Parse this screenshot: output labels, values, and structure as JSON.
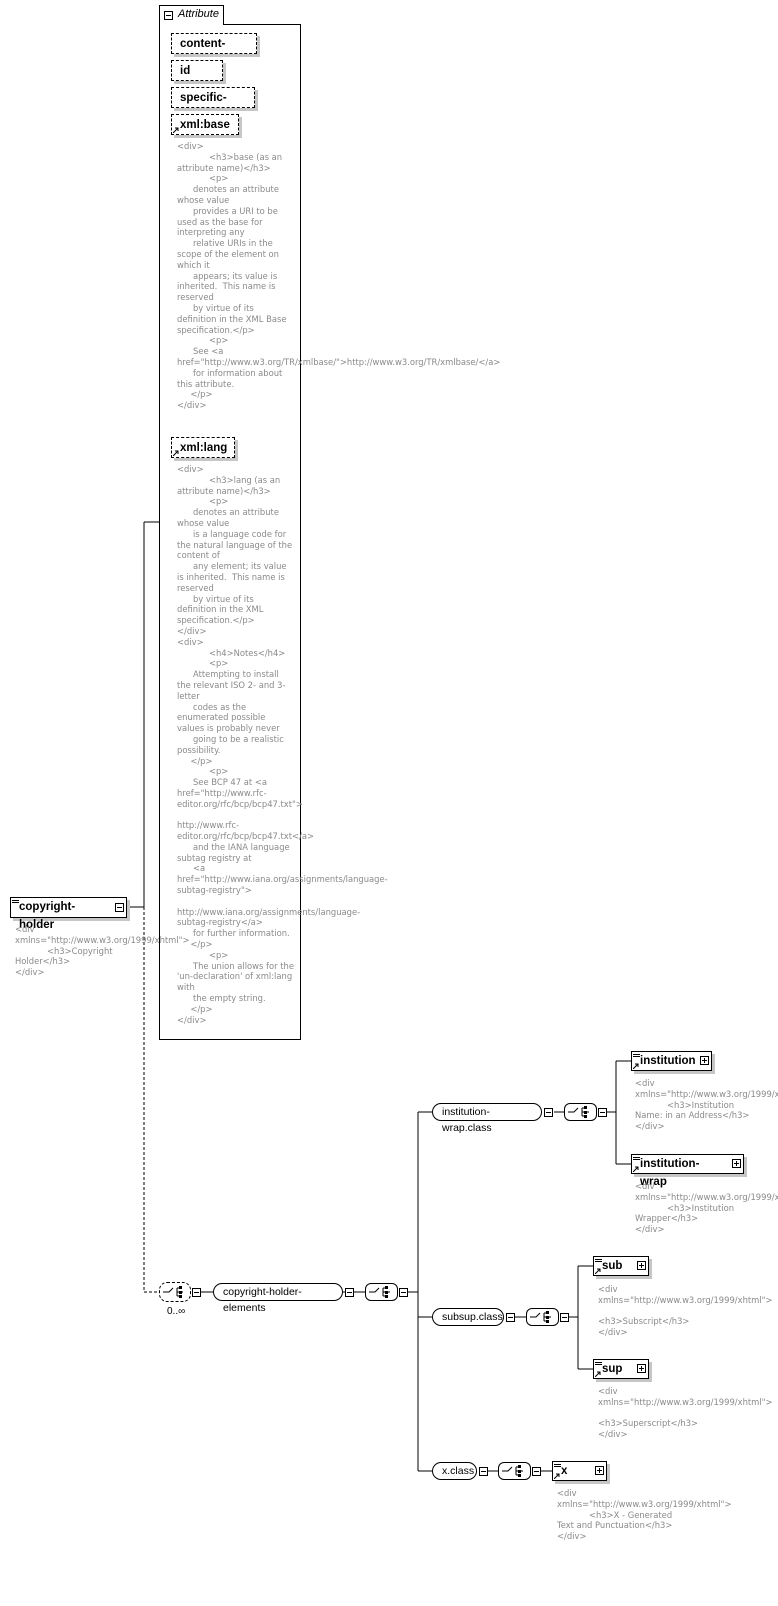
{
  "attribute_group": {
    "title": "Attribute"
  },
  "attributes": [
    {
      "name": "content-type"
    },
    {
      "name": "id"
    },
    {
      "name": "specific-use"
    },
    {
      "name": "xml:base",
      "doc": "<div>\n            <h3>base (as an attribute name)</h3>\n            <p>\n      denotes an attribute whose value\n      provides a URI to be used as the base for interpreting any\n      relative URIs in the scope of the element on which it\n      appears; its value is inherited.  This name is reserved\n      by virtue of its definition in the XML Base specification.</p>\n            <p>\n      See <a href=\"http://www.w3.org/TR/xmlbase/\">http://www.w3.org/TR/xmlbase/</a>\n      for information about this attribute.\n     </p>\n</div>"
    },
    {
      "name": "xml:lang",
      "doc": "<div>\n            <h3>lang (as an attribute name)</h3>\n            <p>\n      denotes an attribute whose value\n      is a language code for the natural language of the content of\n      any element; its value is inherited.  This name is reserved\n      by virtue of its definition in the XML specification.</p>\n</div>\n<div>\n            <h4>Notes</h4>\n            <p>\n      Attempting to install the relevant ISO 2- and 3-letter\n      codes as the enumerated possible values is probably never\n      going to be a realistic possibility.\n     </p>\n            <p>\n      See BCP 47 at <a href=\"http://www.rfc-editor.org/rfc/bcp/bcp47.txt\">\n\nhttp://www.rfc-editor.org/rfc/bcp/bcp47.txt</a>\n      and the IANA language subtag registry at\n      <a href=\"http://www.iana.org/assignments/language-subtag-registry\">\n\nhttp://www.iana.org/assignments/language-subtag-registry</a>\n      for further information.\n     </p>\n            <p>\n      The union allows for the 'un-declaration' of xml:lang with\n      the empty string.\n     </p>\n</div>"
    }
  ],
  "root": {
    "name": "copyright-holder",
    "doc": "<div xmlns=\"http://www.w3.org/1999/xhtml\">\n            <h3>Copyright Holder</h3>\n</div>"
  },
  "choice": {
    "cardinality": "0..∞"
  },
  "groups": {
    "elements": "copyright-holder-elements",
    "institution_wrap": "institution-wrap.class",
    "subsup": "subsup.class",
    "x": "x.class"
  },
  "children": {
    "institution": {
      "name": "institution",
      "doc": "<div xmlns=\"http://www.w3.org/1999/xhtml\">\n            <h3>Institution Name: in an Address</h3>\n</div>"
    },
    "institution_wrap": {
      "name": "institution-wrap",
      "doc": "<div xmlns=\"http://www.w3.org/1999/xhtml\">\n            <h3>Institution Wrapper</h3>\n</div>"
    },
    "sub": {
      "name": "sub",
      "doc": "<div xmlns=\"http://www.w3.org/1999/xhtml\">\n\n<h3>Subscript</h3>\n</div>"
    },
    "sup": {
      "name": "sup",
      "doc": "<div xmlns=\"http://www.w3.org/1999/xhtml\">\n\n<h3>Superscript</h3>\n</div>"
    },
    "x": {
      "name": "x",
      "doc": "<div xmlns=\"http://www.w3.org/1999/xhtml\">\n            <h3>X - Generated Text and Punctuation</h3>\n</div>"
    }
  }
}
